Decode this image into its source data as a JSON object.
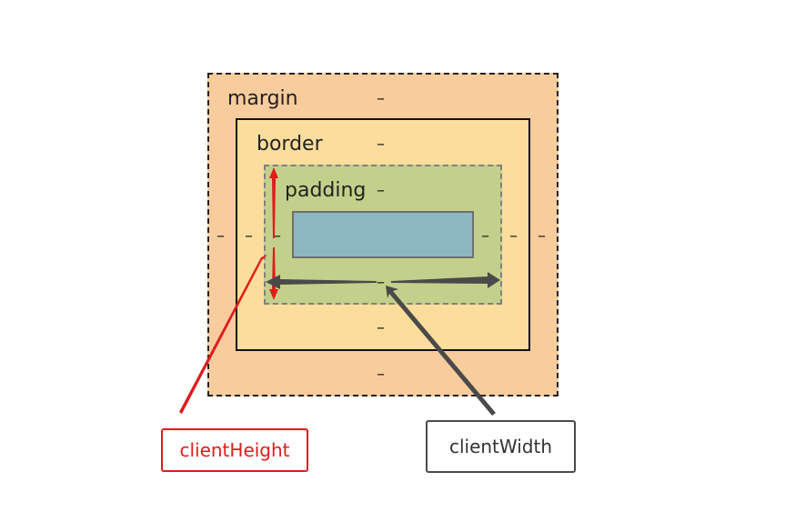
{
  "layers": {
    "margin": "margin",
    "border": "border",
    "padding": "padding"
  },
  "dash": "–",
  "callouts": {
    "client_height": "clientHeight",
    "client_width": "clientWidth"
  },
  "colors": {
    "margin_fill": "#f9cc9d",
    "border_fill": "#fddd9b",
    "padding_fill": "#c3d08b",
    "content_fill": "#8cb6c0",
    "client_height_arrow": "#e21b1b",
    "client_width_arrow": "#4a4a4a"
  }
}
